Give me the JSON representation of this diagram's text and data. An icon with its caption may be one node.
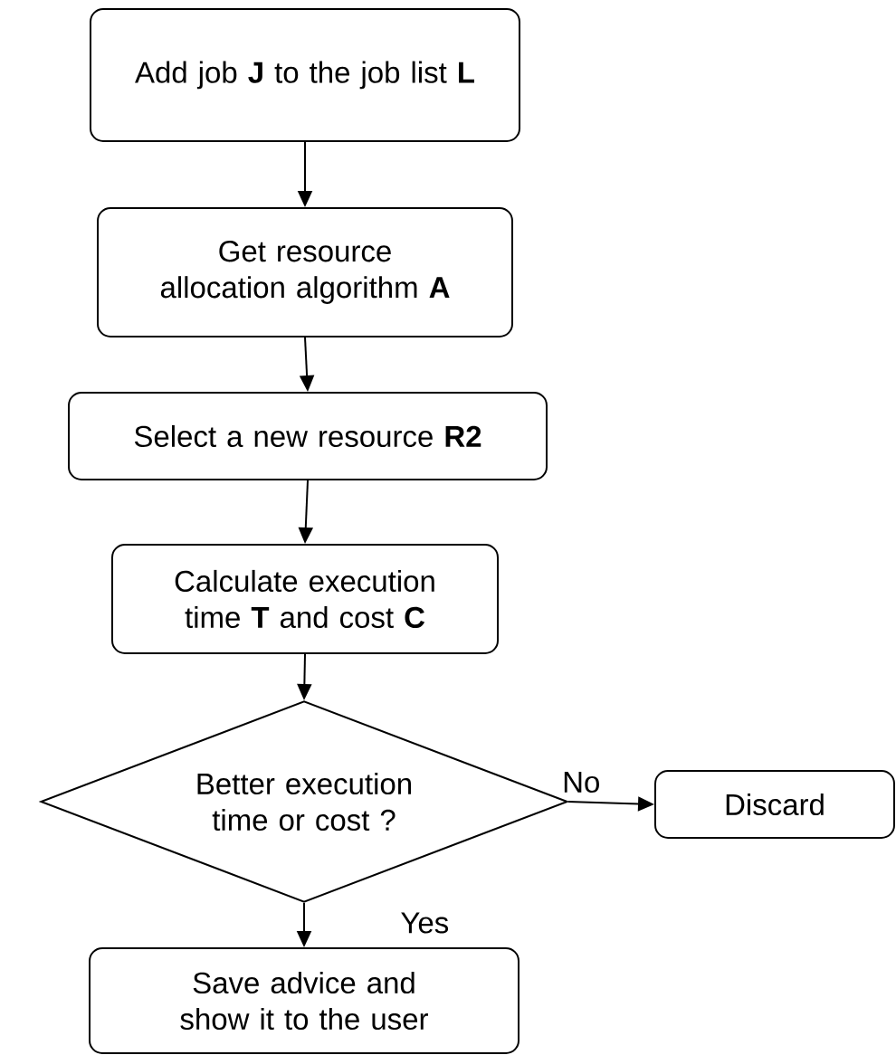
{
  "diagram": {
    "nodes": [
      {
        "text": [
          "Add job **J** to the job list **L**"
        ]
      },
      {
        "text": [
          "Get resource allocation algorithm **A**"
        ]
      },
      {
        "text": [
          "Select a new resource **R2**"
        ]
      },
      {
        "text": [
          "Calculate execution time **T** and cost **C**"
        ]
      },
      {
        "text": [
          "Better execution time or cost ?"
        ]
      },
      {
        "text": [
          "Discard"
        ]
      },
      {
        "text": [
          "Save advice and show it to the user"
        ]
      }
    ],
    "edges": [
      {
        "from": 0,
        "to": 1,
        "arrow": "to"
      },
      {
        "from": 1,
        "to": 2,
        "arrow": "to"
      },
      {
        "from": 2,
        "to": 3,
        "arrow": "to"
      },
      {
        "from": 3,
        "to": 4,
        "arrow": "to"
      },
      {
        "from": 4,
        "to": 5,
        "arrow": "to",
        "label": "No"
      },
      {
        "from": 4,
        "to": 6,
        "arrow": "to",
        "label": "Yes"
      }
    ]
  }
}
